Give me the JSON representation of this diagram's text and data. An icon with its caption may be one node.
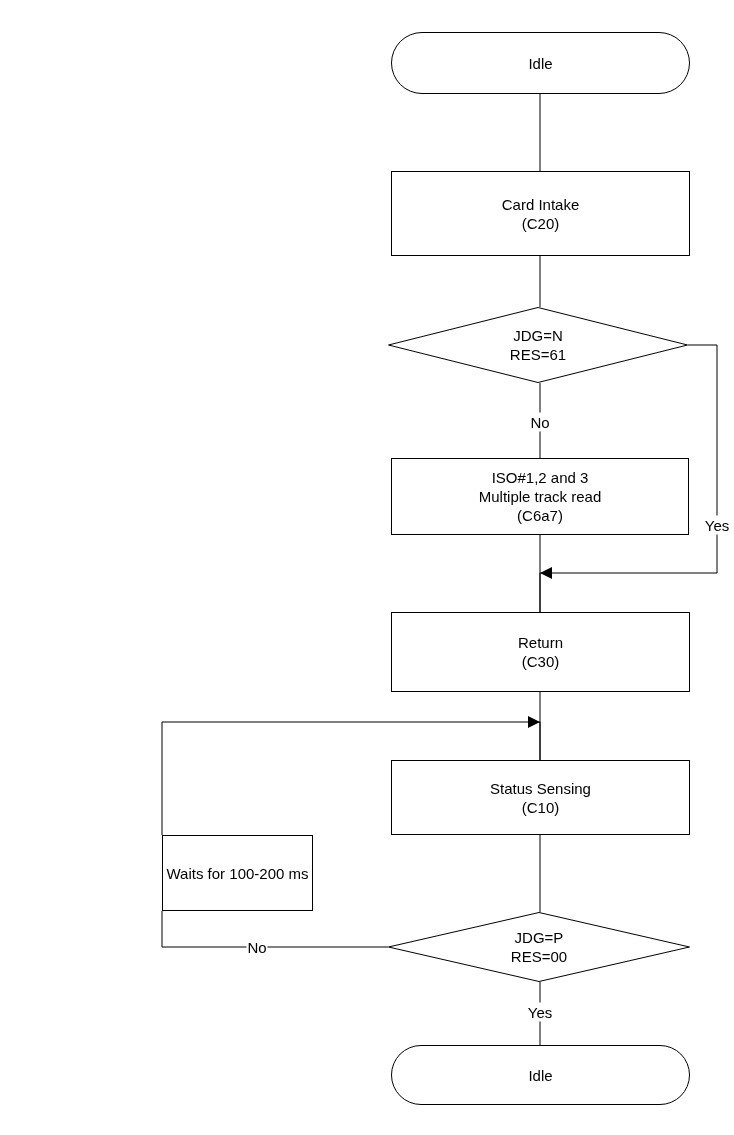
{
  "diagram": {
    "nodes": [
      {
        "text": [
          "Idle"
        ]
      },
      {
        "text": [
          "Card Intake",
          "(C20)"
        ]
      },
      {
        "text": [
          "JDG=N",
          "RES=61"
        ]
      },
      {
        "text": [
          "ISO#1,2 and 3",
          "Multiple track read",
          "(C6a7)"
        ]
      },
      {
        "text": [
          "Return",
          "(C30)"
        ]
      },
      {
        "text": [
          "Status Sensing",
          "(C10)"
        ]
      },
      {
        "text": [
          "JDG=P",
          "RES=00"
        ]
      },
      {
        "text": [
          "Waits for 100-200 ms"
        ]
      },
      {
        "text": [
          "Idle"
        ]
      }
    ],
    "edges": [
      {
        "from": 0,
        "to": 1,
        "arrow": "none"
      },
      {
        "from": 1,
        "to": 2,
        "arrow": "none"
      },
      {
        "from": 2,
        "to": 3,
        "arrow": "none",
        "label": "No"
      },
      {
        "from": 3,
        "to": 4,
        "arrow": "none"
      },
      {
        "from": 2,
        "to": 4,
        "arrow": "to",
        "label": "Yes"
      },
      {
        "from": 4,
        "to": 5,
        "arrow": "none"
      },
      {
        "from": 7,
        "to": 5,
        "arrow": "to"
      },
      {
        "from": 5,
        "to": 6,
        "arrow": "none"
      },
      {
        "from": 6,
        "to": 7,
        "arrow": "none",
        "label": "No"
      },
      {
        "from": 6,
        "to": 8,
        "arrow": "none",
        "label": "Yes"
      }
    ]
  }
}
